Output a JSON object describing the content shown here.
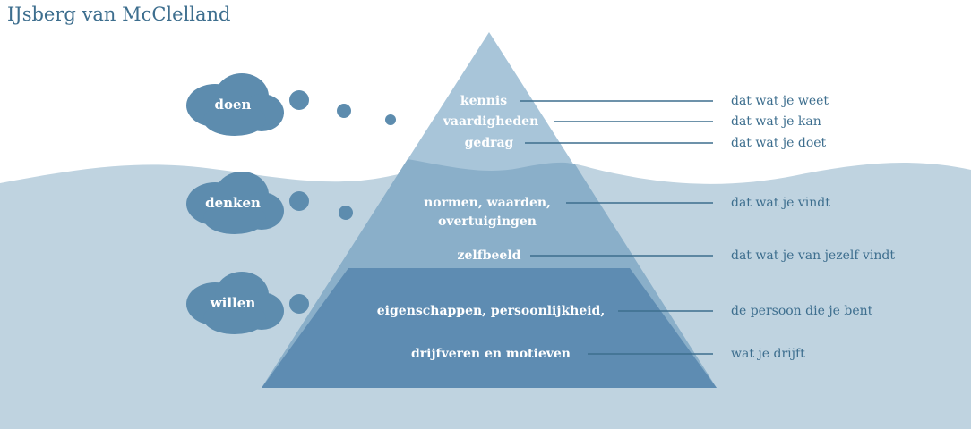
{
  "title": "IJsberg van McClelland",
  "clouds": [
    "doen",
    "denken",
    "willen"
  ],
  "levels": [
    {
      "label": "kennis",
      "description": "dat wat je weet"
    },
    {
      "label": "vaardigheden",
      "description": "dat wat je kan"
    },
    {
      "label": "gedrag",
      "description": "dat wat je doet"
    },
    {
      "label": "normen, waarden,",
      "label2": "overtuigingen",
      "description": "dat wat je vindt"
    },
    {
      "label": "zelfbeeld",
      "description": "dat wat je van jezelf vindt"
    },
    {
      "label": "eigenschappen, persoonlijkheid,",
      "description": "de persoon die je bent"
    },
    {
      "label": "drijfveren en motieven",
      "description": "wat je drijft"
    }
  ],
  "colors": {
    "title": "#3d6e8e",
    "water": "#bfd3e0",
    "tip": "#a8c5d9",
    "middle": "#82a8c5",
    "base": "#5e8cb2",
    "cloud": "#5d8cae",
    "line": "#3d6e8e"
  }
}
